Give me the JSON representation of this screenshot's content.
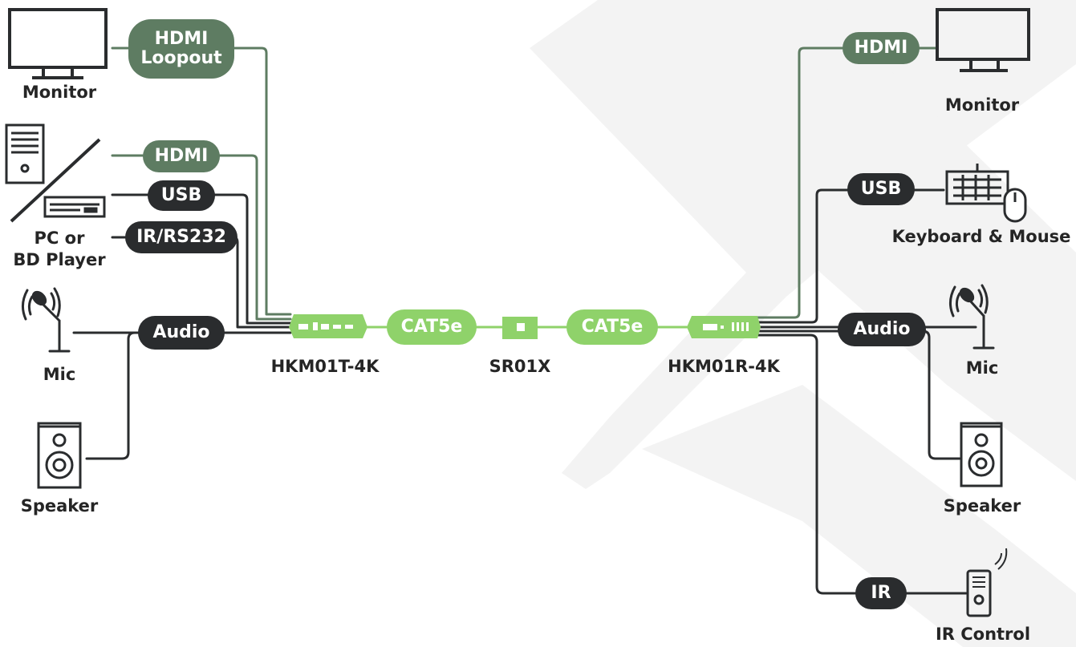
{
  "colors": {
    "dark_cable": "#2a2c2e",
    "hdmi_cable": "#5e7c62",
    "cat5e_cable": "#8fd26a",
    "background_mark": "#f2f2f2",
    "text": "#252525"
  },
  "left": {
    "monitor": {
      "label": "Monitor",
      "icon": "monitor-icon"
    },
    "source": {
      "label_line1": "PC or",
      "label_line2": "BD Player",
      "icons": [
        "pc-tower-icon",
        "bd-player-icon"
      ]
    },
    "mic": {
      "label": "Mic",
      "icon": "microphone-icon"
    },
    "speaker": {
      "label": "Speaker",
      "icon": "speaker-icon"
    },
    "cables": {
      "hdmi_loopout_line1": "HDMI",
      "hdmi_loopout_line2": "Loopout",
      "hdmi": "HDMI",
      "usb": "USB",
      "ir_rs232": "IR/RS232",
      "audio": "Audio"
    }
  },
  "center": {
    "transmitter": {
      "label": "HKM01T-4K"
    },
    "cat5e_left": "CAT5e",
    "repeater": {
      "label": "SR01X"
    },
    "cat5e_right": "CAT5e",
    "receiver": {
      "label": "HKM01R-4K"
    }
  },
  "right": {
    "monitor": {
      "label": "Monitor",
      "icon": "monitor-icon"
    },
    "keyboard_mouse": {
      "label": "Keyboard & Mouse",
      "icons": [
        "keyboard-icon",
        "mouse-icon"
      ]
    },
    "mic": {
      "label": "Mic",
      "icon": "microphone-icon"
    },
    "speaker": {
      "label": "Speaker",
      "icon": "speaker-icon"
    },
    "ir_control": {
      "label": "IR Control",
      "icon": "remote-control-icon"
    },
    "cables": {
      "hdmi": "HDMI",
      "usb": "USB",
      "audio": "Audio",
      "ir": "IR"
    }
  }
}
